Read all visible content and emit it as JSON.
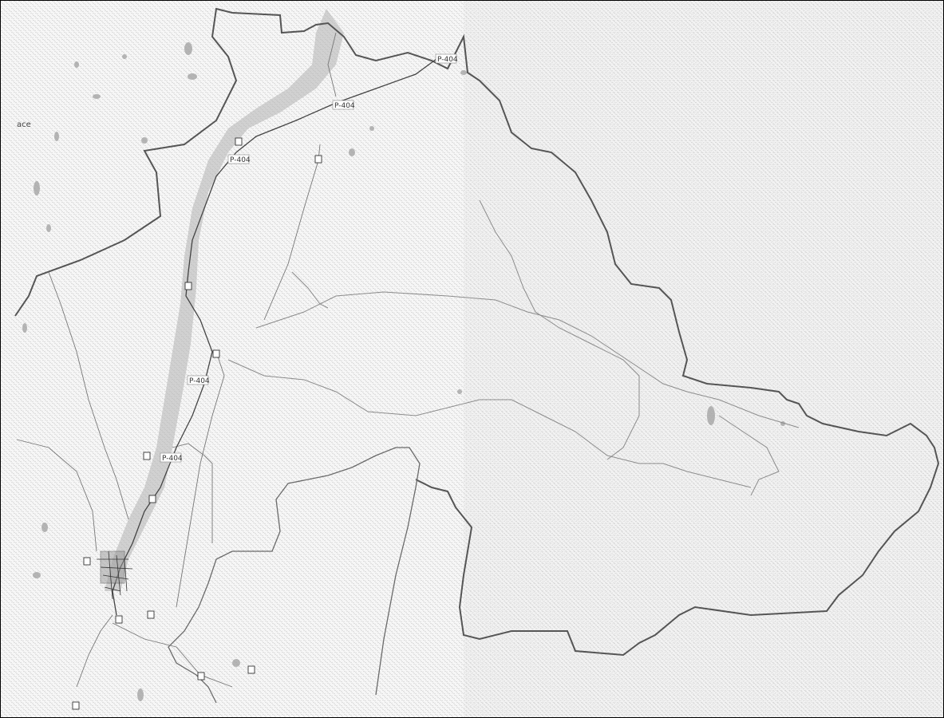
{
  "map": {
    "edge_text": "ace",
    "road_labels": [
      {
        "id": "r1",
        "text": "P-404"
      },
      {
        "id": "r2",
        "text": "P-404"
      },
      {
        "id": "r3",
        "text": "P-404"
      },
      {
        "id": "r4",
        "text": "P-404"
      },
      {
        "id": "r5",
        "text": "P-404"
      }
    ],
    "colors": {
      "background": "#f4f4f4",
      "dark_boundary": "#555555",
      "river": "#8c8c8c",
      "lake": "#9a9a9a",
      "road": "#777777",
      "town": "#333333"
    }
  }
}
